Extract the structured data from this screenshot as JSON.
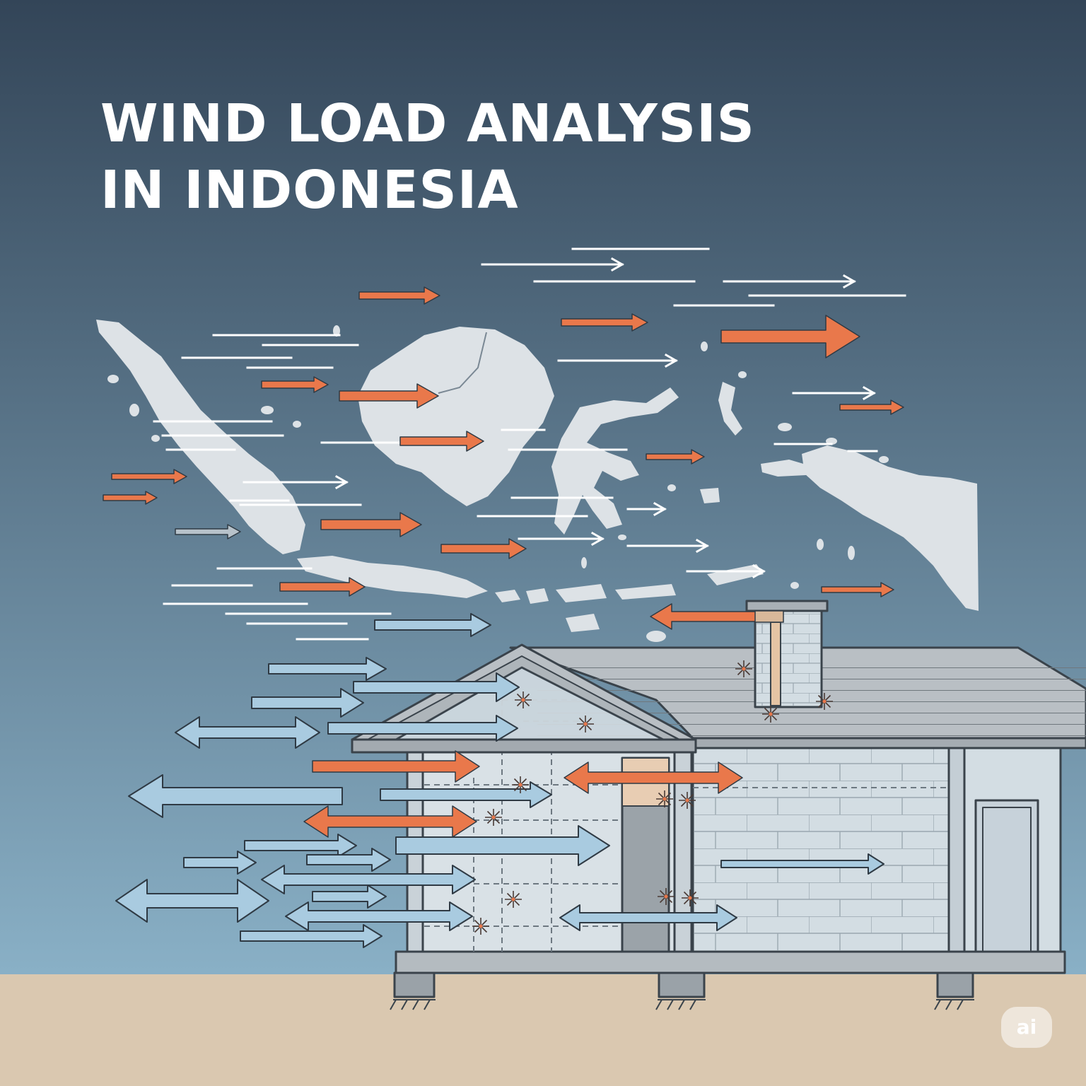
{
  "title": {
    "line1": "WIND LOAD ANALYSIS",
    "line2": "IN INDONESIA"
  },
  "badge": {
    "text": "ai"
  },
  "colors": {
    "sky_top": "#334558",
    "sky_bottom": "#8ab1c7",
    "ground": "#dac8b0",
    "land": "#dde2e6",
    "wind_orange": "#e9784b",
    "wind_blue": "#a9cbe0",
    "wind_white": "#ffffff",
    "structure_line": "#3a434b",
    "wall": "#d3dde3",
    "roof": "#b9bfc4"
  },
  "icons": [
    "wind-arrow-icon",
    "stress-spark-icon",
    "house-icon",
    "archipelago-map-icon"
  ]
}
